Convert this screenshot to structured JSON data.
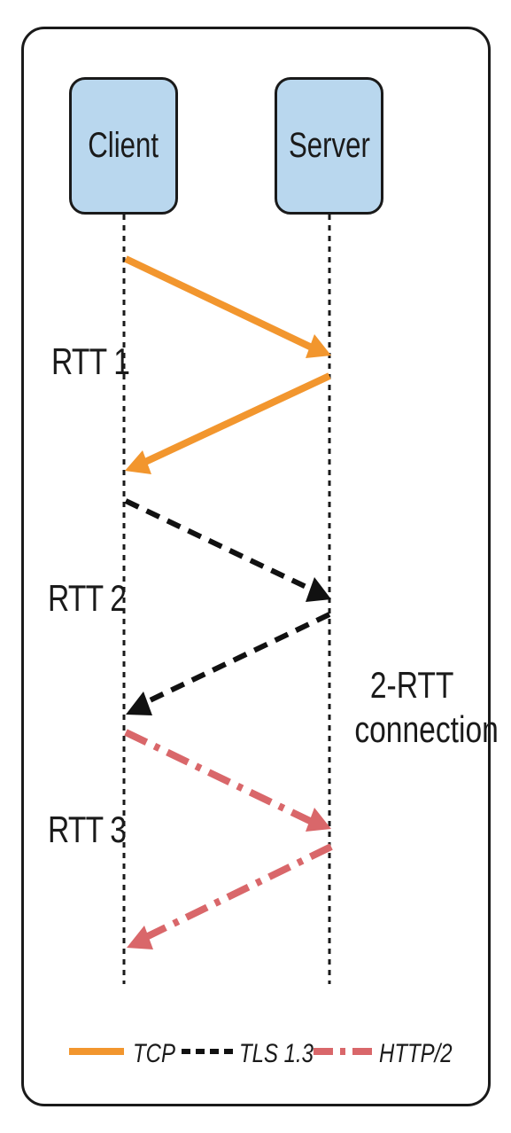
{
  "nodes": {
    "client": "Client",
    "server": "Server"
  },
  "rtt_labels": [
    "RTT 1",
    "RTT 2",
    "RTT 3"
  ],
  "connection_label": {
    "line1": "2-RTT",
    "line2": "connection"
  },
  "legend": [
    {
      "label": "TCP",
      "color": "#f2962e",
      "style": "solid"
    },
    {
      "label": "TLS 1.3",
      "color": "#111111",
      "style": "dashed"
    },
    {
      "label": "HTTP/2",
      "color": "#d9676a",
      "style": "dash-dot"
    }
  ],
  "messages": [
    {
      "from": "Client",
      "to": "Server",
      "protocol": "TCP"
    },
    {
      "from": "Server",
      "to": "Client",
      "protocol": "TCP"
    },
    {
      "from": "Client",
      "to": "Server",
      "protocol": "TLS 1.3"
    },
    {
      "from": "Server",
      "to": "Client",
      "protocol": "TLS 1.3"
    },
    {
      "from": "Client",
      "to": "Server",
      "protocol": "HTTP/2"
    },
    {
      "from": "Server",
      "to": "Client",
      "protocol": "HTTP/2"
    }
  ]
}
